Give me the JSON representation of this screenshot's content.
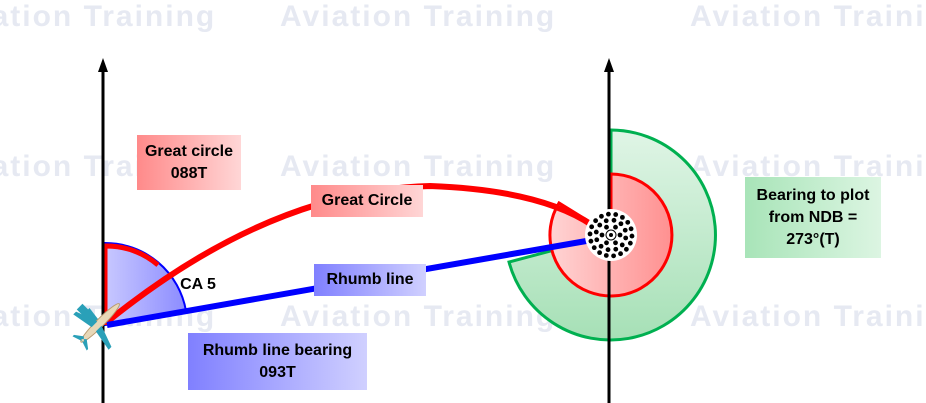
{
  "watermark": "Aviation Training",
  "labels": {
    "great_circle_box": {
      "line1": "Great circle",
      "line2": "088T"
    },
    "great_circle_line": "Great Circle",
    "rhumb_line": "Rhumb line",
    "convergency": "CA 5",
    "rhumb_bearing_box": {
      "line1": "Rhumb line bearing",
      "line2": "093T"
    },
    "ndb_bearing_box": {
      "line1": "Bearing to plot",
      "line2": "from NDB =",
      "line3": "273°(T)"
    }
  },
  "colors": {
    "great_circle": "#ff0000",
    "rhumb_line": "#0000ff",
    "ndb_sector": "#00b050"
  }
}
